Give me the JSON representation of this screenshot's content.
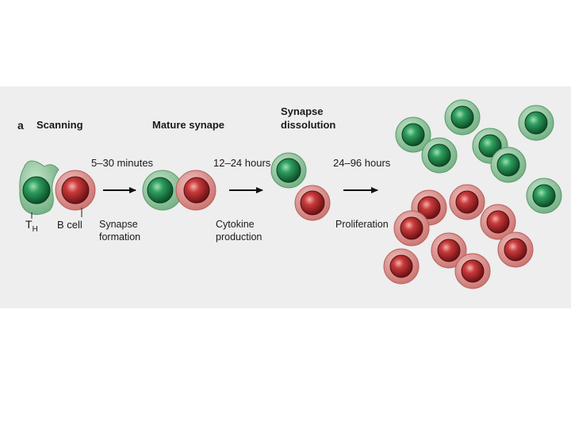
{
  "figure": {
    "panel_letter": "a",
    "stages": {
      "scanning": "Scanning",
      "mature": "Mature synape",
      "dissolution_line1": "Synapse",
      "dissolution_line2": "dissolution"
    },
    "timings": {
      "t1": "5–30 minutes",
      "t2": "12–24 hours",
      "t3": "24–96 hours"
    },
    "labels": {
      "th_main": "T",
      "th_sub": "H",
      "bcell": "B cell",
      "synapse_formation_line1": "Synapse",
      "synapse_formation_line2": "formation",
      "cytokine_line1": "Cytokine",
      "cytokine_line2": "production",
      "proliferation": "Proliferation"
    }
  },
  "colors": {
    "panel_background": "#eeeeee",
    "t_cell_green": "#1e8a4e",
    "t_cell_rim": "#8ec89e",
    "b_cell_red": "#b3262b",
    "b_cell_rim": "#de8d8a",
    "arrow": "#111111"
  }
}
